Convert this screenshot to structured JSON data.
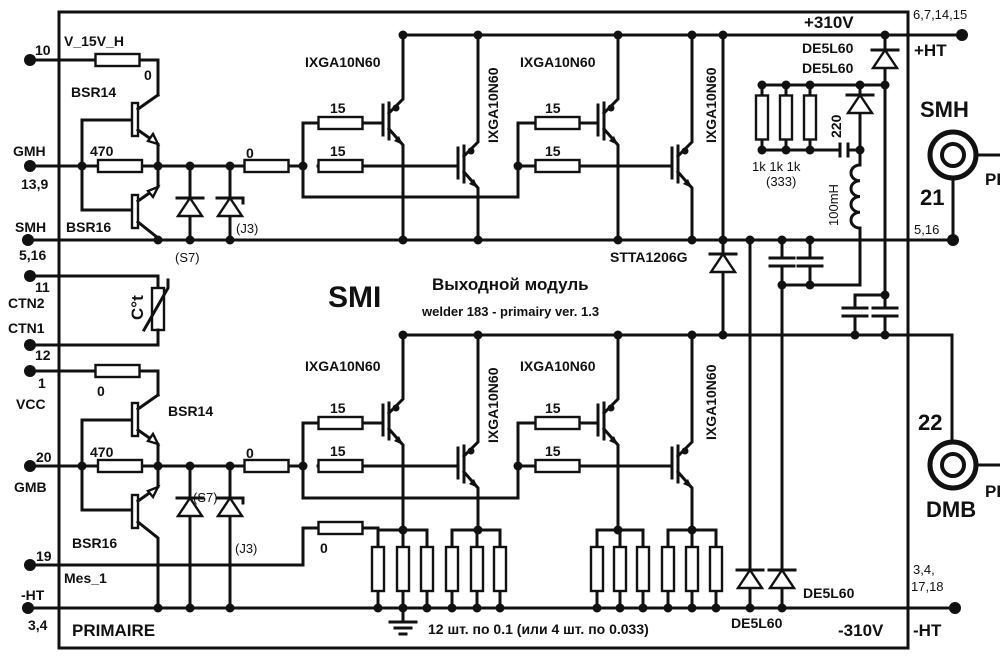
{
  "title": "SMI",
  "subtitle": "Выходной модуль",
  "version_note": "welder 183 - primairy ver. 1.3",
  "section_label": "PRIMAIRE",
  "shunt_note": "12 шт. по 0.1 (или 4 шт. по 0.033)",
  "rails": {
    "positive": "+310V",
    "negative": "-310V"
  },
  "left_pins": {
    "p10": "10",
    "v15": "V_15V_H",
    "gmh": "GMH",
    "gmh_pins": "13,9",
    "smh": "SMH",
    "smh_pins": "5,16",
    "p11": "11",
    "ctn2": "CTN2",
    "ctn1": "CTN1",
    "p12": "12",
    "p1": "1",
    "vcc": "VCC",
    "p20": "20",
    "gmb": "GMB",
    "p19": "19",
    "mes1": "Mes_1",
    "minus_ht": "-HT",
    "minus_ht_pins": "3,4"
  },
  "right_pins": {
    "plus_ht_pins": "6,7,14,15",
    "plus_ht": "+HT",
    "smh_pins": "5,16",
    "minus_ht_pins_1": "3,4,",
    "minus_ht_pins_2": "17,18",
    "minus_ht": "-HT"
  },
  "connectors": {
    "smh_name": "SMH",
    "smh_num": "21",
    "dmb_name": "DMB",
    "dmb_num": "22",
    "cut_label": "PI"
  },
  "upper_driver": {
    "r_v15": "0",
    "q_top": "BSR14",
    "r_gate": "470",
    "q_bot": "BSR16",
    "d1": "(S7)",
    "d2": "(J3)",
    "r_series": "0"
  },
  "lower_driver": {
    "r_vcc": "0",
    "q_top": "BSR14",
    "r_gate": "470",
    "q_bot": "BSR16",
    "d1": "(S7)",
    "d2": "(J3)",
    "r_series": "0",
    "r_mes": "0"
  },
  "igbt": "IXGA10N60",
  "gate_res": "15",
  "thermistor": "C°t",
  "snubber": {
    "d_top": "DE5L60",
    "d_mid": "DE5L60",
    "cap": "220",
    "r_values": "1k 1k 1k",
    "r_alt": "(333)",
    "inductor": "100mH"
  },
  "stta": "STTA1206G",
  "bottom_diodes": {
    "d_left": "DE5L60",
    "d_right": "DE5L60"
  }
}
